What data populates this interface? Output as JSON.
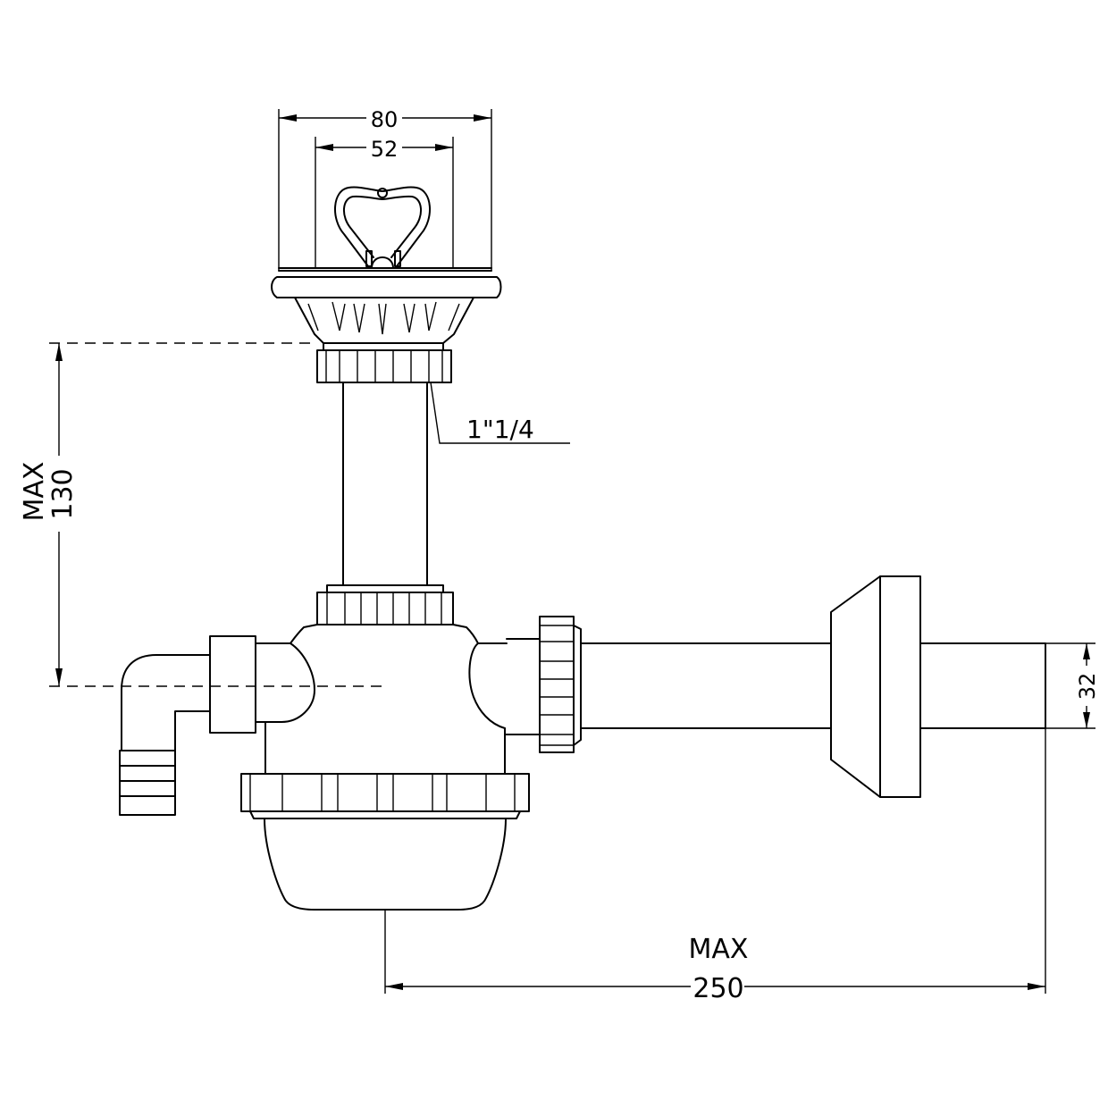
{
  "dimensions": {
    "outer_width": "80",
    "inner_width": "52",
    "thread": "1\"1/4",
    "height_max_label": "MAX",
    "height_value": "130",
    "outlet_diameter": "32",
    "length_max_label": "MAX",
    "length_value": "250"
  }
}
